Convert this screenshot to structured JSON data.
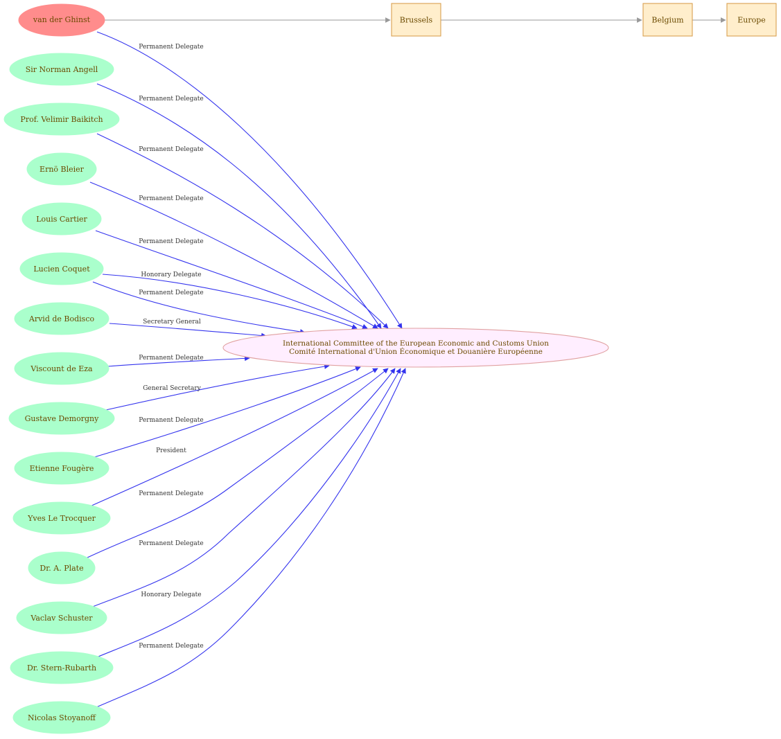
{
  "colors": {
    "person_fill": "#aaffcc",
    "focus_fill": "#ff8c8c",
    "org_fill": "#ffeeff",
    "org_stroke": "#e0a0a0",
    "place_fill": "#ffeecc",
    "place_stroke": "#d9a050",
    "edge_blue": "#3333ee",
    "edge_gray": "#999999"
  },
  "organization": {
    "line1": "International Committee of the European Economic and Customs Union",
    "line2": "Comité International d'Union Économique et Douanière Européenne"
  },
  "focus_person": {
    "name": "van der Ghinst",
    "role": "Permanent Delegate"
  },
  "people": [
    {
      "name": "Sir Norman Angell",
      "roles": [
        "Permanent Delegate"
      ]
    },
    {
      "name": "Prof. Velimir Baikitch",
      "roles": [
        "Permanent Delegate"
      ]
    },
    {
      "name": "Ernö Bleier",
      "roles": [
        "Permanent Delegate"
      ]
    },
    {
      "name": "Louis Cartier",
      "roles": [
        "Permanent Delegate"
      ]
    },
    {
      "name": "Lucien Coquet",
      "roles": [
        "Honorary Delegate",
        "Permanent Delegate"
      ]
    },
    {
      "name": "Arvid de Bodisco",
      "roles": [
        "Secretary General"
      ]
    },
    {
      "name": "Viscount  de Eza",
      "roles": [
        "Permanent Delegate"
      ]
    },
    {
      "name": "Gustave Demorgny",
      "roles": [
        "General Secretary"
      ]
    },
    {
      "name": "Etienne Fougère",
      "roles": [
        "Permanent Delegate"
      ]
    },
    {
      "name": "Yves Le Trocquer",
      "roles": [
        "President"
      ]
    },
    {
      "name": "Dr. A. Plate",
      "roles": [
        "Permanent Delegate"
      ]
    },
    {
      "name": "Vaclav Schuster",
      "roles": [
        "Permanent Delegate"
      ]
    },
    {
      "name": "Dr. Stern-Rubarth",
      "roles": [
        "Honorary Delegate"
      ]
    },
    {
      "name": "Nicolas Stoyanoff",
      "roles": [
        "Permanent Delegate"
      ]
    }
  ],
  "places": [
    "Brussels",
    "Belgium",
    "Europe"
  ]
}
